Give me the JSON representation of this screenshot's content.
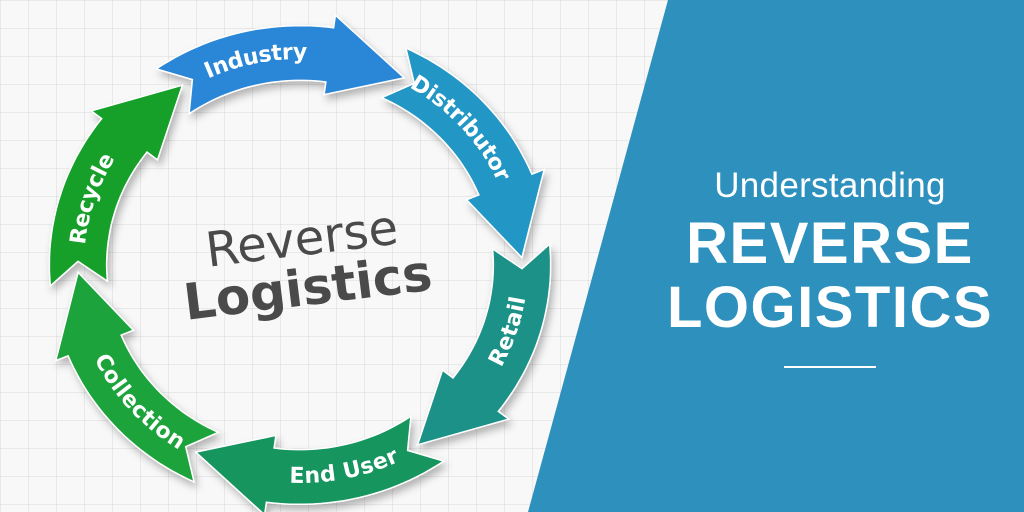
{
  "diagram": {
    "center_line1": "Reverse",
    "center_line2": "Logistics",
    "stages": [
      {
        "label": "Industry",
        "color": "#2a86d6"
      },
      {
        "label": "Distributor",
        "color": "#2496c4"
      },
      {
        "label": "Retail",
        "color": "#1d9187"
      },
      {
        "label": "End User",
        "color": "#16955e"
      },
      {
        "label": "Collection",
        "color": "#1aa33b"
      },
      {
        "label": "Recycle",
        "color": "#14a02c"
      }
    ]
  },
  "headline": {
    "line1": "Understanding",
    "line2": "REVERSE",
    "line3": "LOGISTICS"
  },
  "colors": {
    "panel": "#2e90bd",
    "center_text": "#4a4a4a"
  }
}
